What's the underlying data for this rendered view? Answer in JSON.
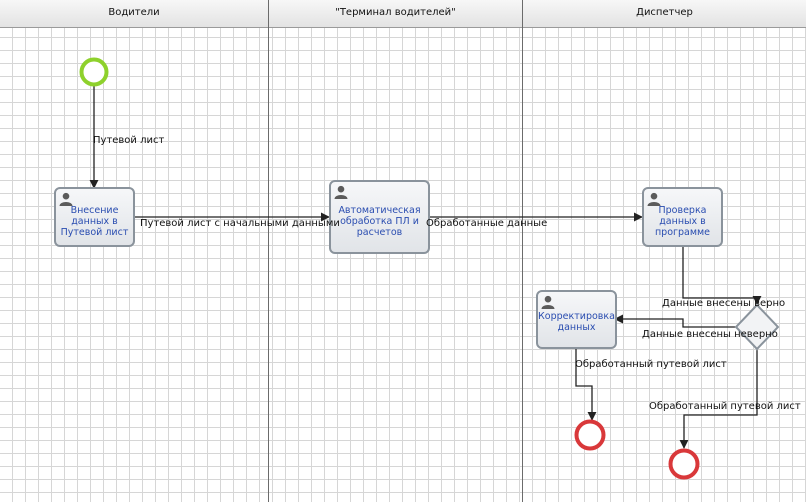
{
  "lanes": [
    {
      "title": "Водители"
    },
    {
      "title": "\"Терминал водителей\""
    },
    {
      "title": "Диспетчер"
    }
  ],
  "tasks": {
    "enter_data": "Внесение данных в Путевой лист",
    "auto_processing": "Автоматическая обработка ПЛ и расчетов",
    "check_data": "Проверка данных в программе",
    "correct_data": "Корректировка данных"
  },
  "edges": {
    "waybill": "Путевой лист",
    "waybill_initial": "Путевой лист с начальными данными",
    "processed_data": "Обработанные данные",
    "data_correct": "Данные внесены верно",
    "data_incorrect": "Данные внесены неверно",
    "processed_waybill_1": "Обработанный путевой лист",
    "processed_waybill_2": "Обработанный путевой лист"
  },
  "colors": {
    "start_event": "#8ed12c",
    "end_event": "#d9383a",
    "task_border": "#8a939c",
    "task_text": "#2a4db0",
    "edge": "#222222"
  },
  "icons": {
    "task_marker": "user-icon"
  }
}
